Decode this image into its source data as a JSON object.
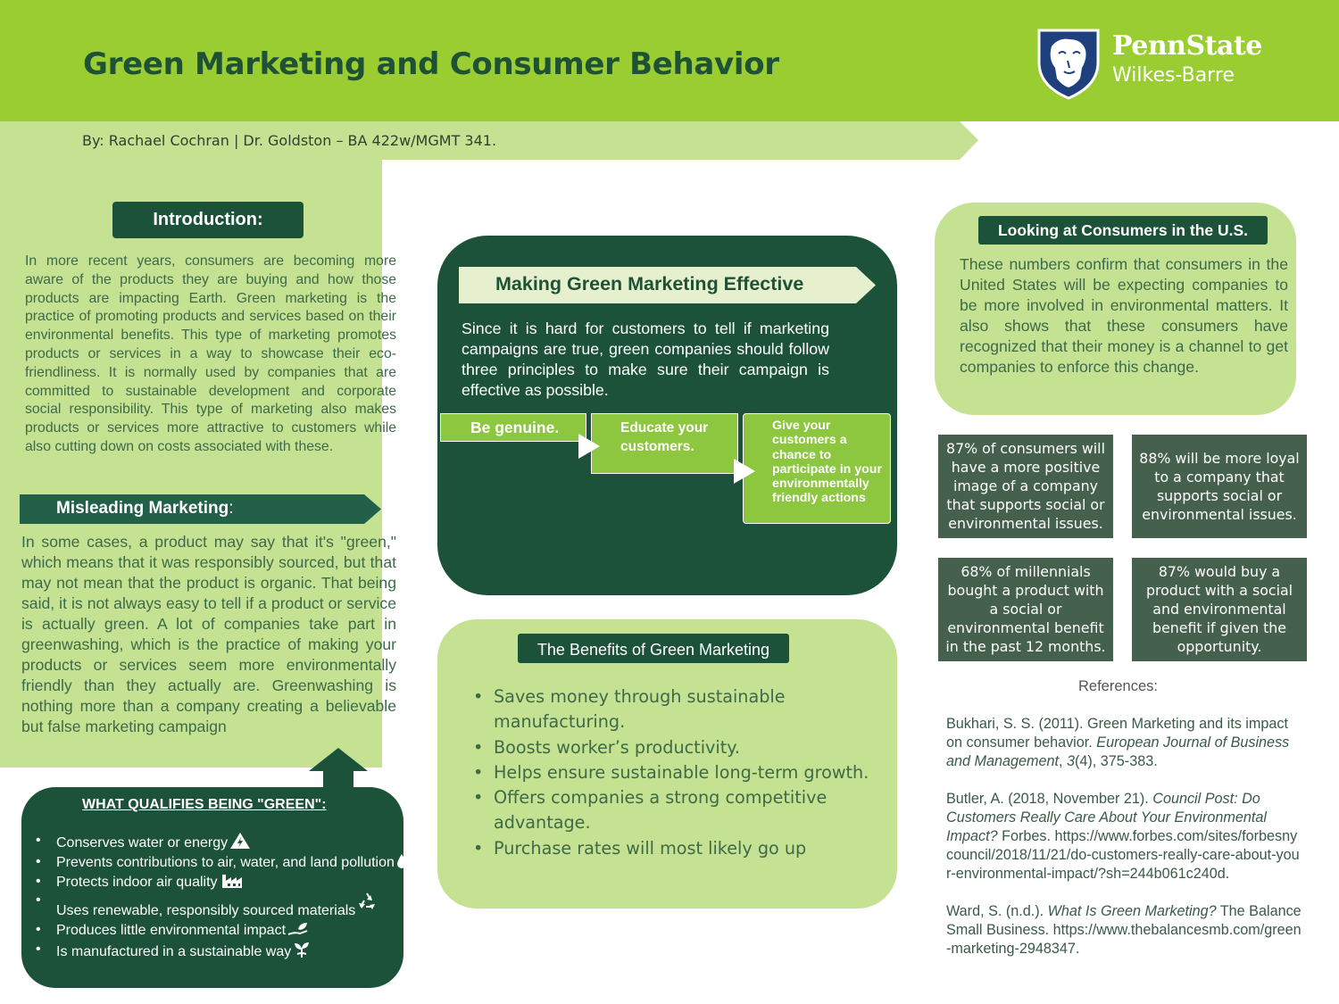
{
  "header": {
    "title": "Green Marketing and Consumer Behavior",
    "byline": "By: Rachael Cochran | Dr. Goldston – BA 422w/MGMT 341.",
    "logo": {
      "wordmark": "PennState",
      "campus": "Wilkes-Barre",
      "icon": "nittany-lion-shield"
    }
  },
  "intro": {
    "heading": "Introduction:",
    "body": "In more recent years, consumers are becoming more aware of the products they are buying and how those products are impacting Earth. Green marketing is the practice of promoting products and services based on their environmental benefits. This type of marketing promotes products or services in a way to showcase their eco-friendliness. It is normally used by companies that are committed to sustainable development and corporate social responsibility. This type of marketing also makes products or services more attractive to customers while also cutting down on costs associated with these."
  },
  "misleading": {
    "heading": "Misleading Marketing",
    "colon": ":",
    "body": "In some cases, a product may say that it's \"green,\" which means that it was responsibly sourced, but that may not mean that the product is organic. That being said, it is not always easy to tell if a product or service is actually green. A lot of companies take part in greenwashing, which is the practice of making your products or services seem more environmentally friendly than they actually are. Greenwashing is nothing more than a company creating a believable but false marketing campaign"
  },
  "qualifies": {
    "heading": "WHAT QUALIFIES BEING \"GREEN\":",
    "items": [
      {
        "text": "Conserves water or energy",
        "icon": "warning-energy-icon"
      },
      {
        "text": "Prevents contributions to air, water, and land pollution",
        "icon": "water-drop-icon"
      },
      {
        "text": "Protects indoor air quality",
        "icon": "factory-icon"
      },
      {
        "text": "Uses renewable, responsibly sourced materials",
        "icon": "recycle-icon"
      },
      {
        "text": "Produces little environmental impact",
        "icon": "hand-leaf-icon"
      },
      {
        "text": "Is manufactured in a sustainable way",
        "icon": "sprout-icon"
      }
    ]
  },
  "making": {
    "heading": "Making Green Marketing Effective",
    "body": "Since it is hard for customers to tell if marketing campaigns are true, green companies should follow three principles to make sure their campaign is effective as possible.",
    "steps": [
      "Be genuine.",
      "Educate your customers.",
      "Give your customers a chance to participate in your environmentally friendly actions"
    ]
  },
  "benefits": {
    "heading": "The Benefits of Green Marketing",
    "items": [
      "Saves money through sustainable manufacturing.",
      "Boosts worker’s productivity.",
      "Helps ensure sustainable long-term growth.",
      "Offers companies a strong competitive advantage.",
      "Purchase rates will most likely go up"
    ]
  },
  "consumers": {
    "heading": "Looking at Consumers in the U.S.",
    "body": "These numbers confirm that consumers in the United States will be expecting companies to be more involved in environmental matters. It also shows that these consumers have recognized that their money is a channel to get companies to enforce this change.",
    "stats": [
      "87% of consumers will have a more positive image of a company that supports social or environmental issues.",
      "88% will be more loyal to a company that supports social or environmental issues.",
      "68% of millennials bought a product with a social or environmental benefit in the past 12 months.",
      "87% would buy a product with a social and environmental benefit if given the opportunity."
    ]
  },
  "references": {
    "heading": "References:",
    "items": [
      {
        "pre": "Bukhari, S. S. (2011). Green Marketing and its impact on consumer behavior. ",
        "italic": "European Journal of Business and Management",
        "mid": ", ",
        "italic2": "3",
        "post": "(4), 375-383."
      },
      {
        "pre": "Butler, A. (2018, November 21). ",
        "italic": "Council Post: Do Customers Really Care About Your Environmental Impact?",
        "mid": " Forbes. https://www.forbes.com/sites/forbesnycouncil/2018/11/21/do-customers-really-care-about-your-environmental-impact/?sh=244b061c240d.",
        "italic2": "",
        "post": ""
      },
      {
        "pre": "Ward, S. (n.d.). ",
        "italic": "What Is Green Marketing?",
        "mid": " The Balance Small Business. https://www.thebalancesmb.com/green-marketing-2948347.",
        "italic2": "",
        "post": ""
      }
    ]
  },
  "colors": {
    "header_green": "#9acd32",
    "light_green": "#c5e192",
    "dark_green": "#1c5239",
    "stat_gray_green": "#45604d",
    "step_green": "#8dc63f"
  }
}
